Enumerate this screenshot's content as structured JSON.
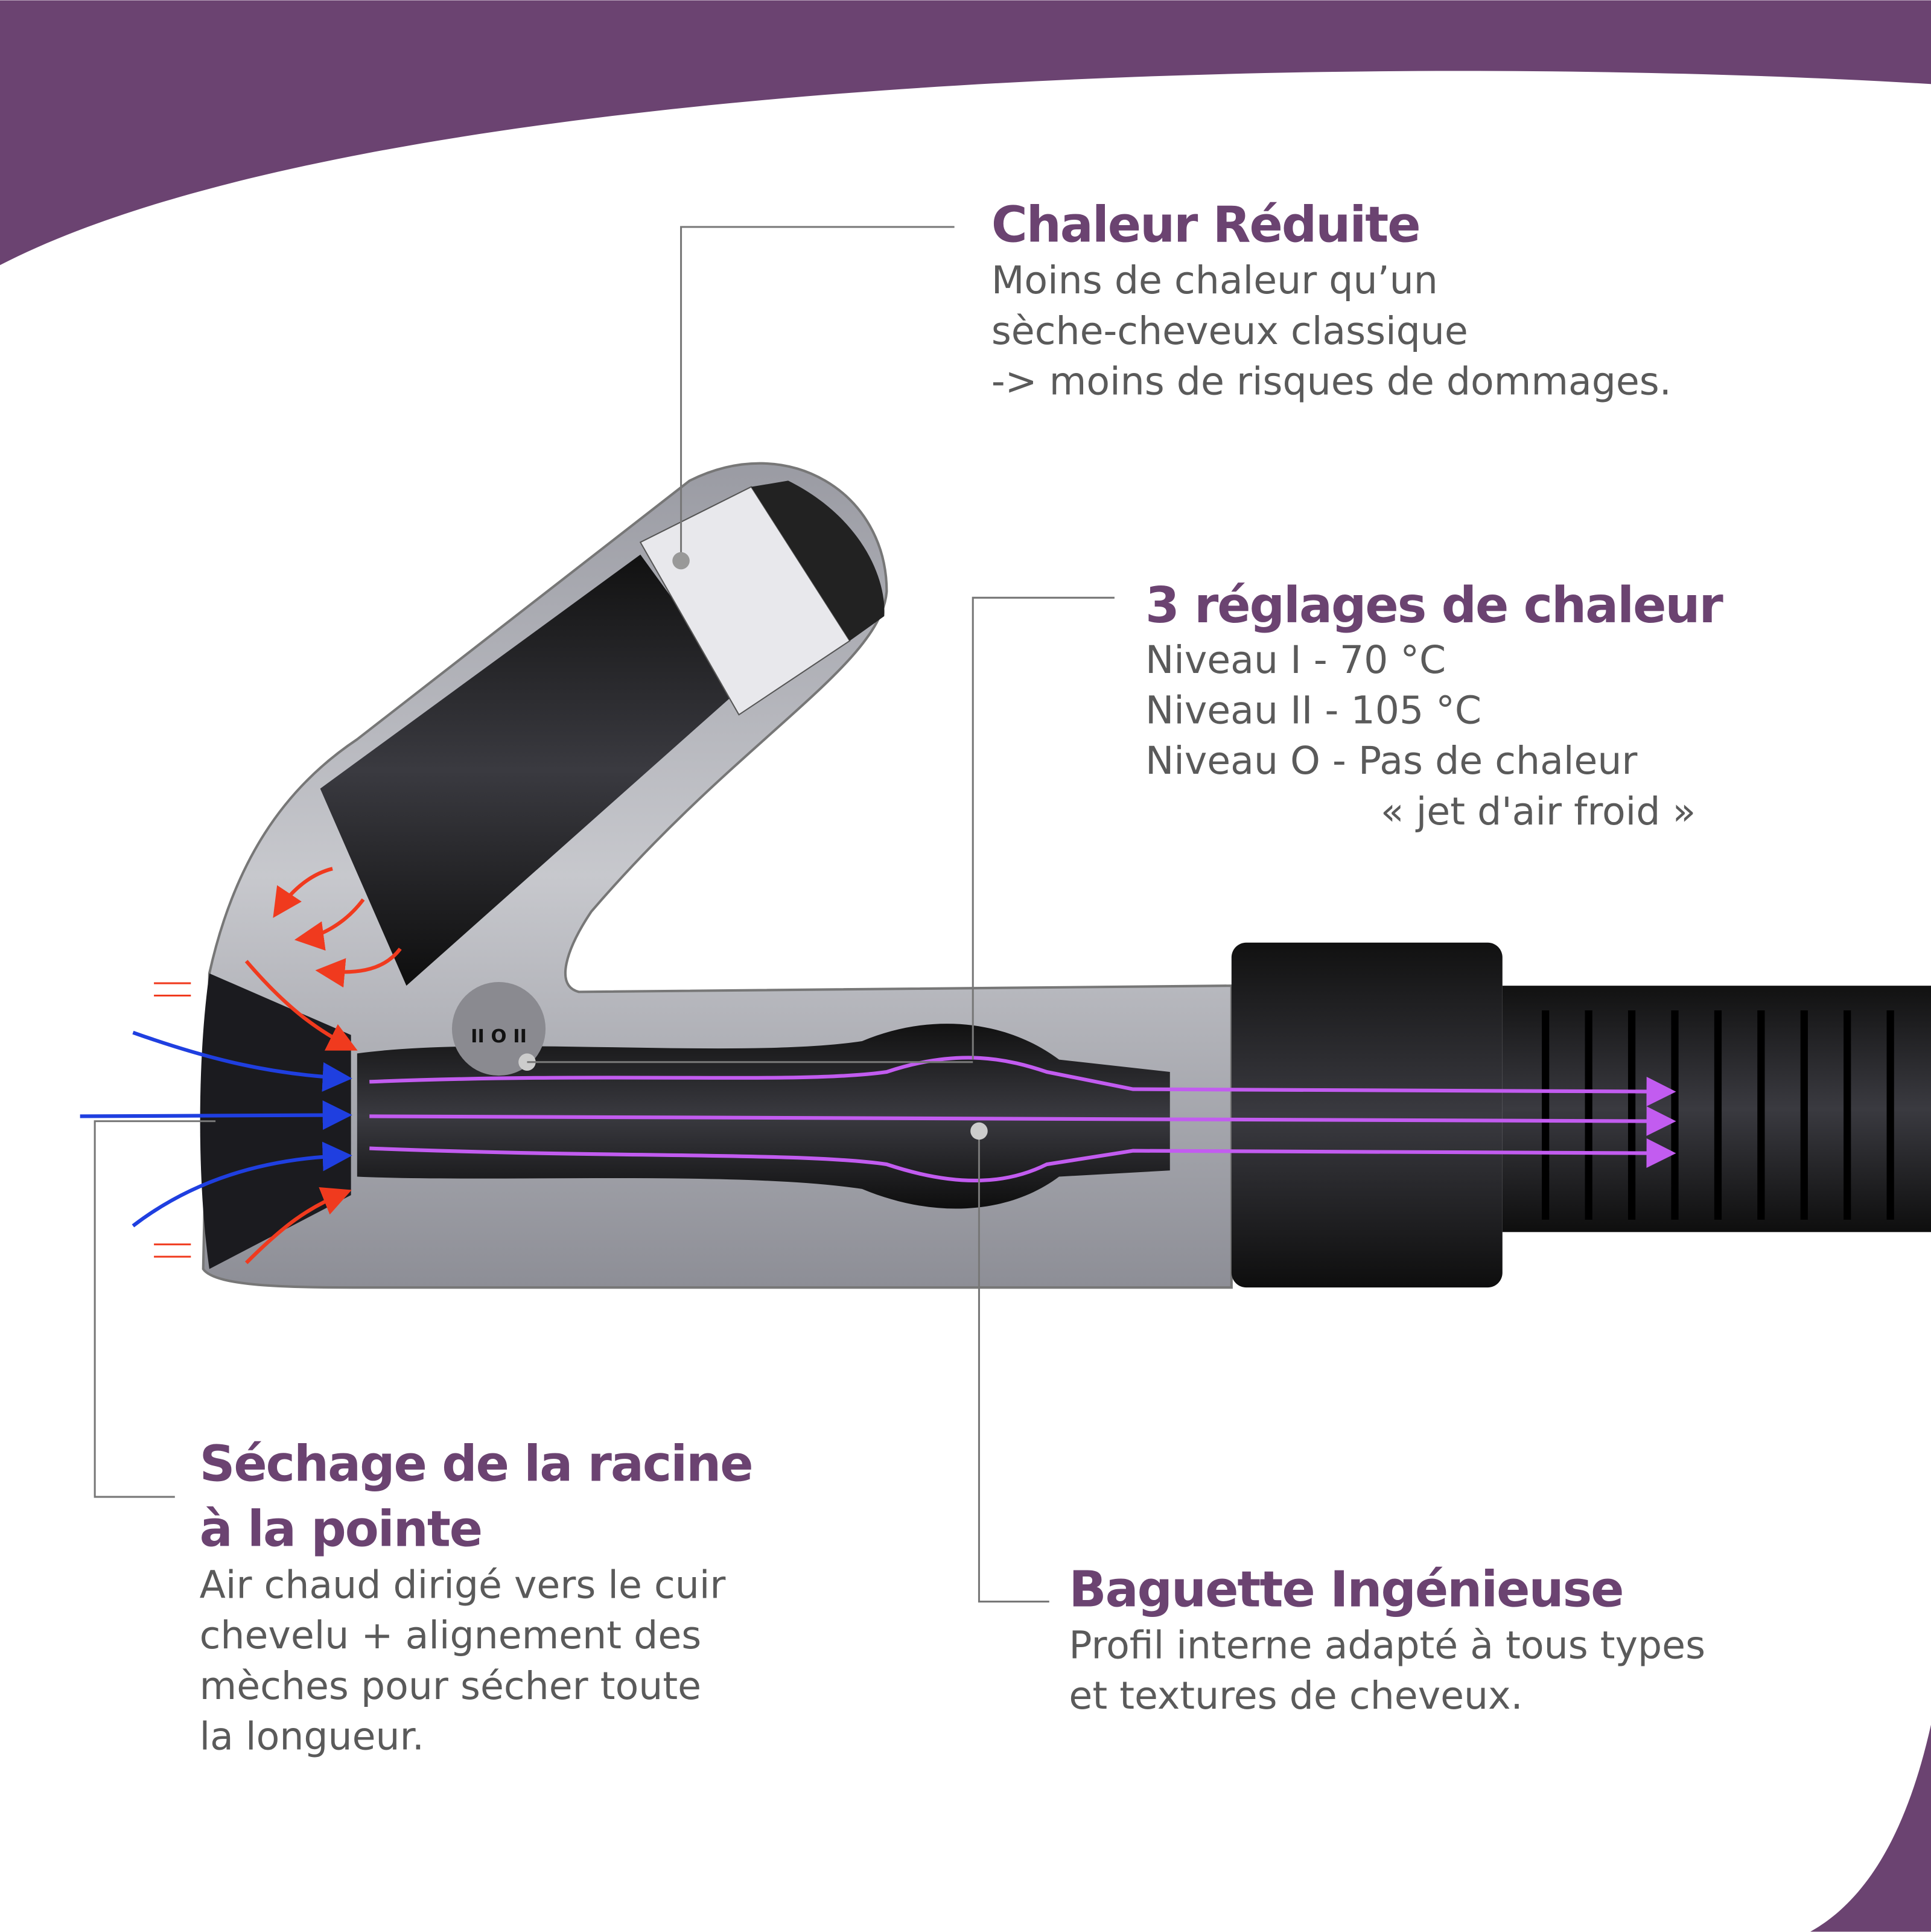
{
  "colors": {
    "brand": "#6b4371",
    "text": "#5a5a5a",
    "hot_air": "#f03a1e",
    "cold_air": "#1f3fe0",
    "flow": "#c25cf0"
  },
  "features": {
    "chaleur_reduite": {
      "title": "Chaleur Réduite",
      "lines": [
        "Moins de chaleur qu’un",
        "sèche-cheveux classique",
        "-> moins de risques de dommages."
      ]
    },
    "reglages": {
      "title": "3 réglages de chaleur",
      "lines": [
        "Niveau I - 70 °C",
        "Niveau II - 105 °C",
        "Niveau O - Pas de chaleur",
        "« jet d'air froid »"
      ]
    },
    "sechage": {
      "title_lines": [
        "Séchage de la racine",
        "à la pointe"
      ],
      "lines": [
        "Air chaud dirigé vers le cuir",
        "chevelu + alignement des",
        "mèches pour sécher toute",
        "la longueur."
      ]
    },
    "baguette": {
      "title": "Baguette Ingénieuse",
      "lines": [
        "Profil interne adapté à tous types",
        "et textures de cheveux."
      ]
    }
  },
  "device": {
    "switch_label": "II O II"
  }
}
